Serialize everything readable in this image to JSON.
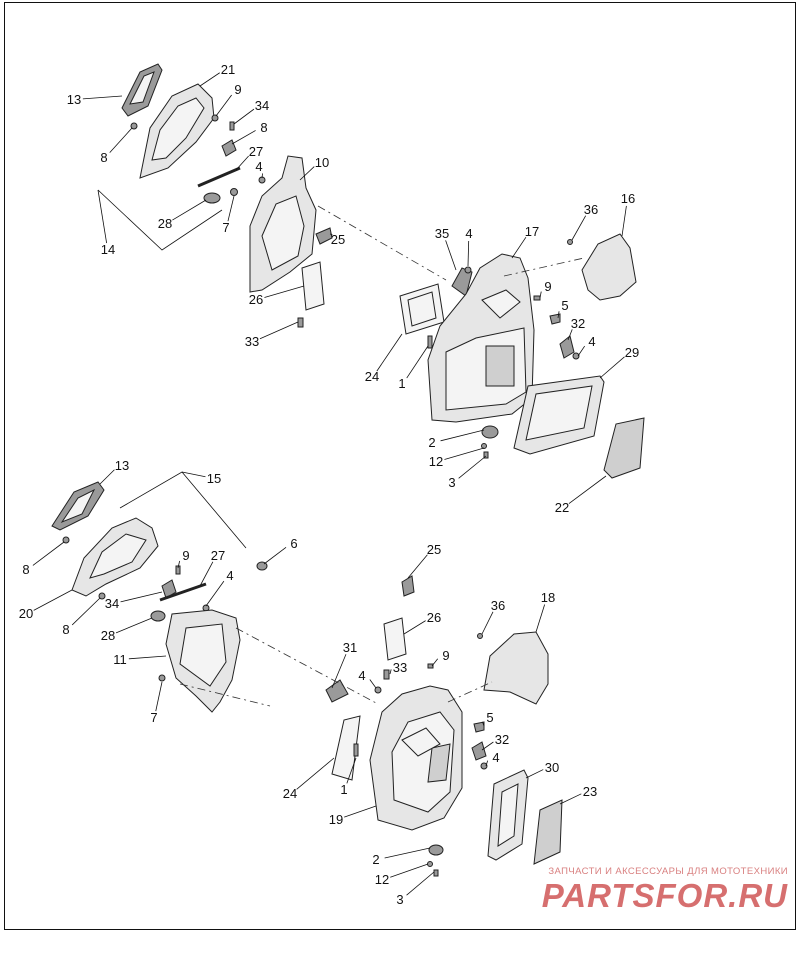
{
  "callouts": {
    "upper": [
      "13",
      "21",
      "8",
      "9",
      "34",
      "8",
      "27",
      "4",
      "10",
      "14",
      "28",
      "7",
      "25",
      "26",
      "33",
      "35",
      "4",
      "17",
      "36",
      "16",
      "9",
      "5",
      "32",
      "4",
      "24",
      "1",
      "29",
      "2",
      "12",
      "3",
      "22"
    ],
    "lower": [
      "13",
      "15",
      "8",
      "20",
      "9",
      "27",
      "34",
      "8",
      "6",
      "4",
      "28",
      "11",
      "7",
      "25",
      "26",
      "31",
      "33",
      "4",
      "9",
      "36",
      "18",
      "5",
      "32",
      "4",
      "30",
      "24",
      "1",
      "23",
      "19",
      "2",
      "12",
      "3"
    ]
  },
  "watermark": {
    "subtitle": "ЗАПЧАСТИ И АКСЕССУАРЫ ДЛЯ МОТОТЕХНИКИ",
    "brand": "PARTSFOR.RU"
  },
  "colors": {
    "accent": "#c94040",
    "line": "#222222"
  }
}
